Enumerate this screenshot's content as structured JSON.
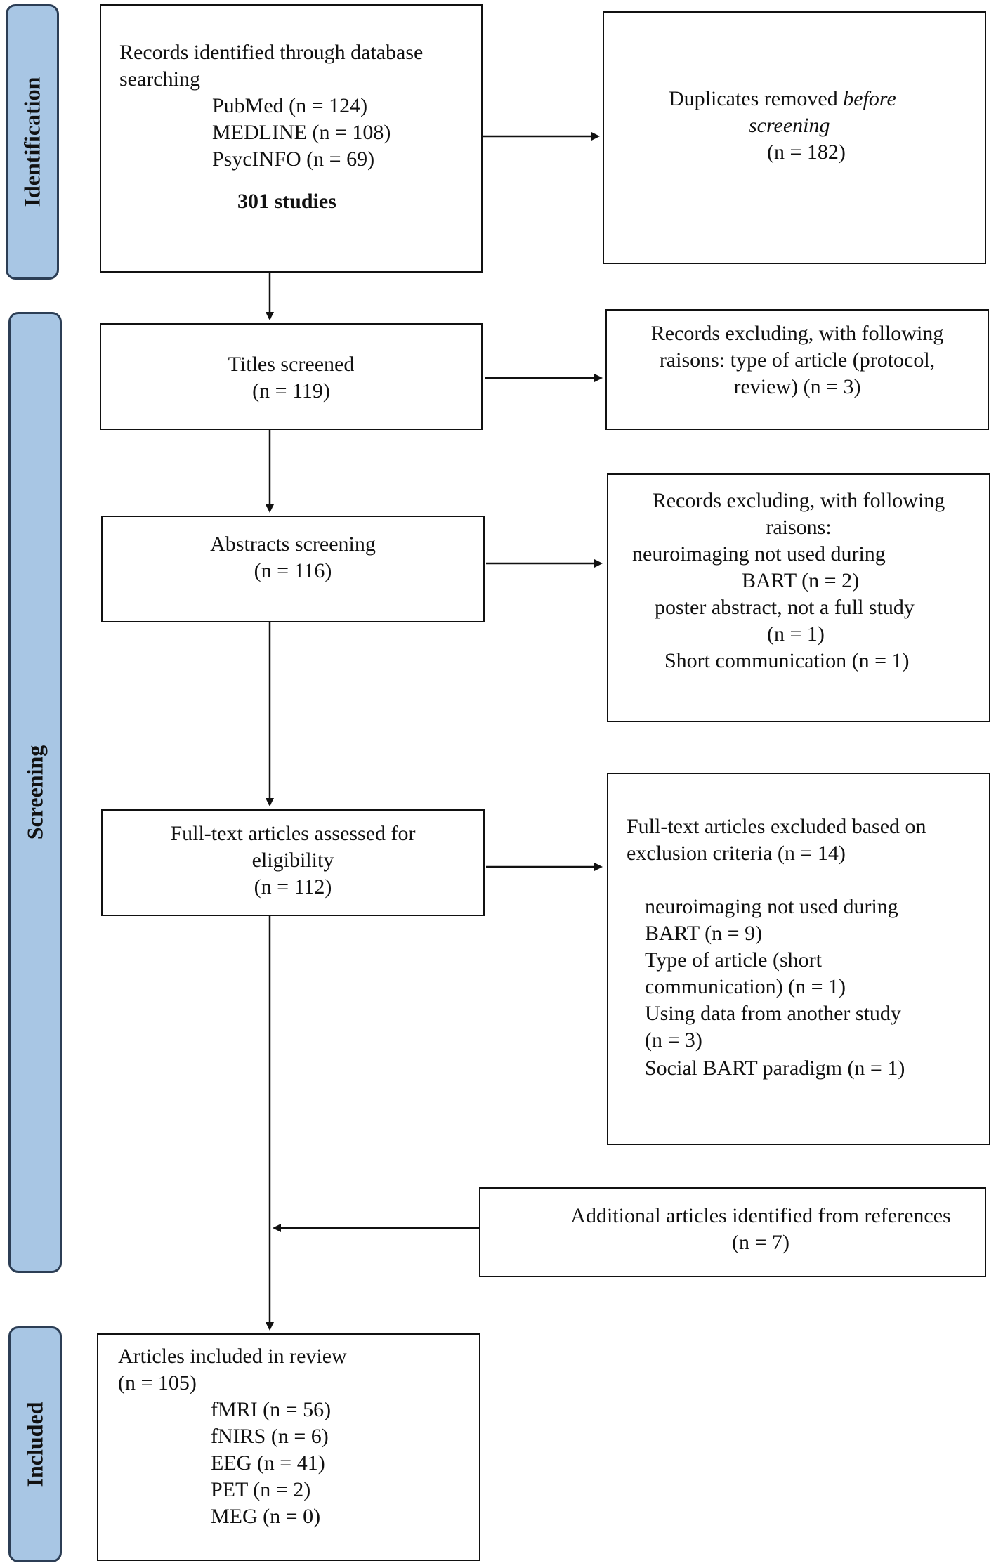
{
  "phases": {
    "identification": "Identification",
    "screening": "Screening",
    "included": "Included"
  },
  "identified": {
    "line1": "Records identified through database",
    "line2": "searching",
    "sources": [
      "PubMed (n = 124)",
      "MEDLINE (n = 108)",
      "PsycINFO (n = 69)"
    ],
    "total": "301 studies"
  },
  "duplicates": {
    "text": "Duplicates removed",
    "italic_before": "before",
    "italic_screening": "screening",
    "count": "(n = 182)"
  },
  "titles": {
    "label": "Titles screened",
    "count": "(n = 119)"
  },
  "titles_excluded": {
    "lines": [
      "Records excluding, with following",
      "raisons: type of article (protocol,",
      "review) (n = 3)"
    ]
  },
  "abstracts": {
    "label": "Abstracts screening",
    "count": "(n = 116)"
  },
  "abstracts_excluded": {
    "lines": [
      "Records excluding, with following",
      "raisons:",
      "neuroimaging not used during",
      "BART (n = 2)",
      "poster abstract, not a full study",
      "(n = 1)",
      "Short communication (n = 1)"
    ]
  },
  "fulltext": {
    "lines": [
      "Full-text articles assessed for",
      "eligibility",
      "(n = 112)"
    ]
  },
  "fulltext_excluded": {
    "header": [
      "Full-text articles excluded based on",
      "exclusion criteria (n = 14)"
    ],
    "reasons": [
      "neuroimaging not used during",
      "BART (n = 9)",
      "Type of article (short",
      "communication) (n = 1)",
      "Using data from another study",
      "(n = 3)",
      "Social BART paradigm  (n = 1)"
    ]
  },
  "additional": {
    "label": "Additional articles identified from references",
    "count": "(n = 7)"
  },
  "included": {
    "label": "Articles included in review",
    "count": "(n = 105)",
    "modalities": [
      "fMRI (n = 56)",
      "fNIRS (n = 6)",
      "EEG (n = 41)",
      "PET (n = 2)",
      "MEG (n = 0)"
    ]
  }
}
